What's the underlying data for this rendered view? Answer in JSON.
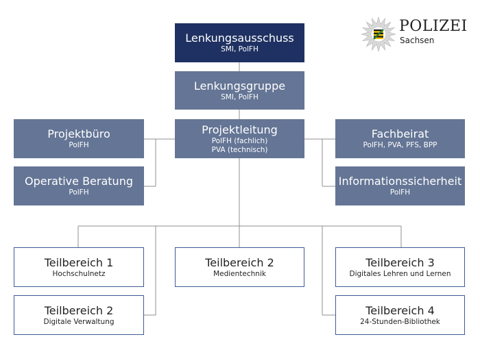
{
  "logo": {
    "brand": "POLIZEI",
    "state": "Sachsen",
    "star_color": "#d9d9d9",
    "crest_colors": [
      "#1e7a3b",
      "#f2c200",
      "#1a1a1a"
    ]
  },
  "colors": {
    "dark": "#1f3162",
    "mid": "#647595",
    "border": "#3d5a93",
    "line": "#8f8f8f"
  },
  "boxes": {
    "lenkungsausschuss": {
      "title": "Lenkungsausschuss",
      "sub": "SMI, PolFH"
    },
    "lenkungsgruppe": {
      "title": "Lenkungsgruppe",
      "sub": "SMI, PolFH"
    },
    "projektbuero": {
      "title": "Projektbüro",
      "sub": "PolFH"
    },
    "operative_beratung": {
      "title": "Operative Beratung",
      "sub": "PolFH"
    },
    "projektleitung": {
      "title": "Projektleitung",
      "sub1": "PolFH (fachlich)",
      "sub2": "PVA (technisch)"
    },
    "fachbeirat": {
      "title": "Fachbeirat",
      "sub": "PolFH, PVA, PFS, BPP"
    },
    "informationssicherheit": {
      "title": "Informationssicherheit",
      "sub": "PolFH"
    },
    "tb1": {
      "title": "Teilbereich 1",
      "sub": "Hochschulnetz"
    },
    "tb2a": {
      "title": "Teilbereich 2",
      "sub": "Medientechnik"
    },
    "tb3": {
      "title": "Teilbereich 3",
      "sub": "Digitales Lehren und Lernen"
    },
    "tb2b": {
      "title": "Teilbereich 2",
      "sub": "Digitale Verwaltung"
    },
    "tb4": {
      "title": "Teilbereich 4",
      "sub": "24-Stunden-Bibliothek"
    }
  }
}
